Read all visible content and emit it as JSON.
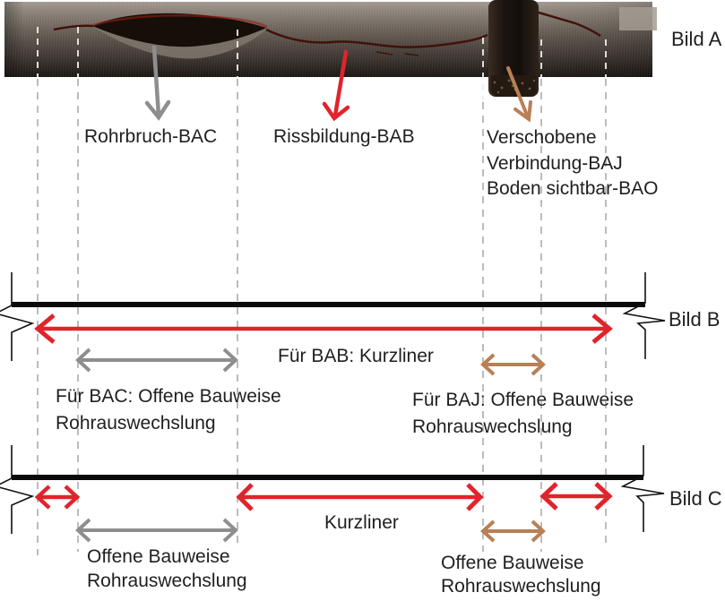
{
  "colors": {
    "red": "#e0242c",
    "gray": "#8e8e8e",
    "brown": "#b97f56",
    "dash": "#bcbcbc",
    "whitedash": "#f2efec",
    "text": "#1f1f1f",
    "line": "#0a0a0a",
    "crack": "#42120a"
  },
  "bild_a": {
    "label": "Bild A",
    "rohrbruch_label": "Rohrbruch-BAC",
    "rissbildung_label": "Rissbildung-BAB",
    "verschoben_line1": "Verschobene",
    "verschoben_line2": "Verbindung-BAJ",
    "verschoben_line3": "Boden sichtbar-BAO"
  },
  "bild_b": {
    "label": "Bild B",
    "kurzliner_label": "Für BAB: Kurzliner",
    "bac_line1": "Für BAC: Offene Bauweise",
    "bac_line2": "Rohrauswechslung",
    "baj_line1": "Für BAJ: Offene Bauweise",
    "baj_line2": "Rohrauswechslung"
  },
  "bild_c": {
    "label": "Bild C",
    "kurzliner_label": "Kurzliner",
    "left_line1": "Offene Bauweise",
    "left_line2": "Rohrauswechslung",
    "right_line1": "Offene Bauweise",
    "right_line2": "Rohrauswechslung"
  }
}
